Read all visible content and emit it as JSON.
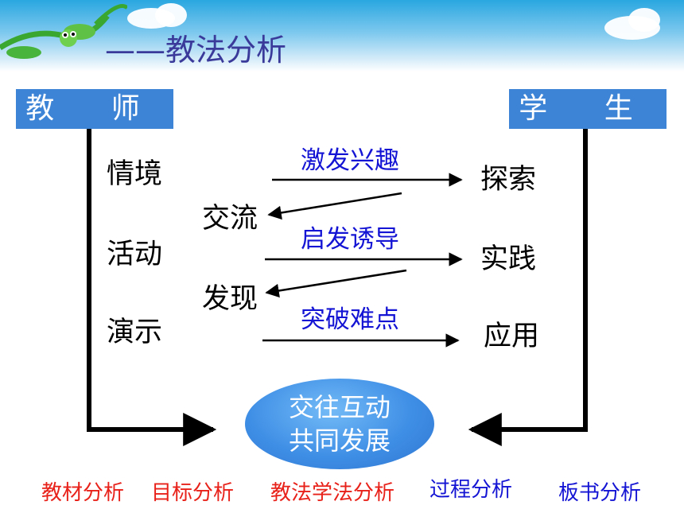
{
  "title": "——教法分析",
  "roles": {
    "teacher": "教 师",
    "student": "学 生"
  },
  "teacher_methods": [
    "情境",
    "活动",
    "演示"
  ],
  "student_actions": [
    "探索",
    "实践",
    "应用"
  ],
  "feedback_nodes": [
    "交流",
    "发现"
  ],
  "arrow_labels": [
    "激发兴趣",
    "启发诱导",
    "突破难点"
  ],
  "goal": {
    "line1": "交往互动",
    "line2": "共同发展"
  },
  "nav": [
    "教材分析",
    "目标分析",
    "教法学法分析",
    "过程分析",
    "板书分析"
  ],
  "colors": {
    "role_fill": "#3d84d6",
    "arrow_label": "#1414d4",
    "nav_red": "#e8221a",
    "nav_blue": "#1414d4",
    "title": "#3a3a9a"
  }
}
